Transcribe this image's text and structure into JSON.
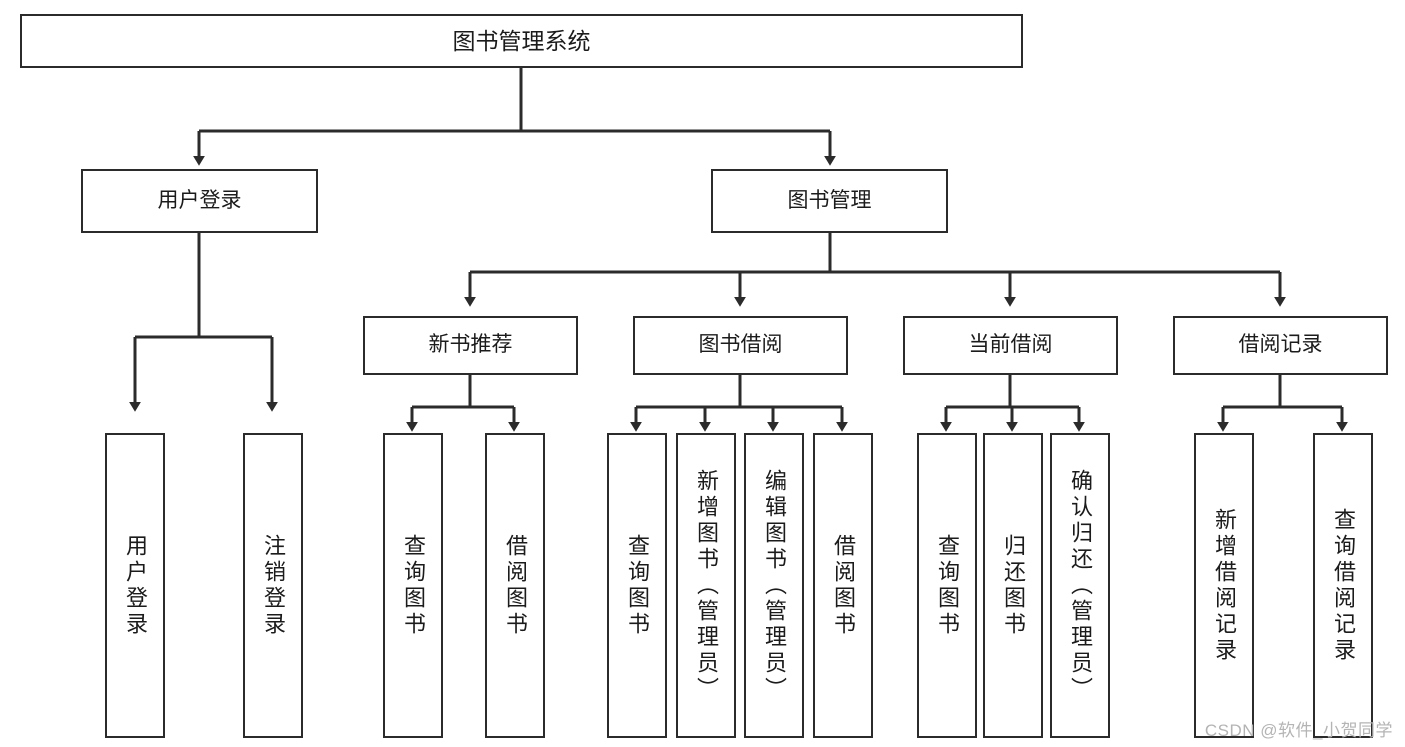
{
  "diagram": {
    "type": "tree-hierarchy",
    "title": "图书管理系统",
    "watermark": "CSDN @软件_小贺同学",
    "colors": {
      "box_border": "#2b2b2b",
      "box_fill": "#ffffff",
      "connector": "#2b2b2b",
      "text": "#1b1b1b",
      "watermark": "#b4b4b4"
    },
    "nodes": {
      "root": {
        "label": "图书管理系统"
      },
      "level1": [
        {
          "label": "用户登录"
        },
        {
          "label": "图书管理"
        }
      ],
      "level2": [
        {
          "label": "新书推荐"
        },
        {
          "label": "图书借阅"
        },
        {
          "label": "当前借阅"
        },
        {
          "label": "借阅记录"
        }
      ],
      "leaves": {
        "user_login": [
          {
            "label": "用户登录"
          },
          {
            "label": "注销登录"
          }
        ],
        "new_book_recommend": [
          {
            "label": "查询图书"
          },
          {
            "label": "借阅图书"
          }
        ],
        "book_borrow": [
          {
            "label": "查询图书"
          },
          {
            "label": "新增图书（管理员）"
          },
          {
            "label": "编辑图书（管理员）"
          },
          {
            "label": "借阅图书"
          }
        ],
        "current_borrow": [
          {
            "label": "查询图书"
          },
          {
            "label": "归还图书"
          },
          {
            "label": "确认归还（管理员）"
          }
        ],
        "borrow_record": [
          {
            "label": "新增借阅记录"
          },
          {
            "label": "查询借阅记录"
          }
        ]
      }
    }
  }
}
